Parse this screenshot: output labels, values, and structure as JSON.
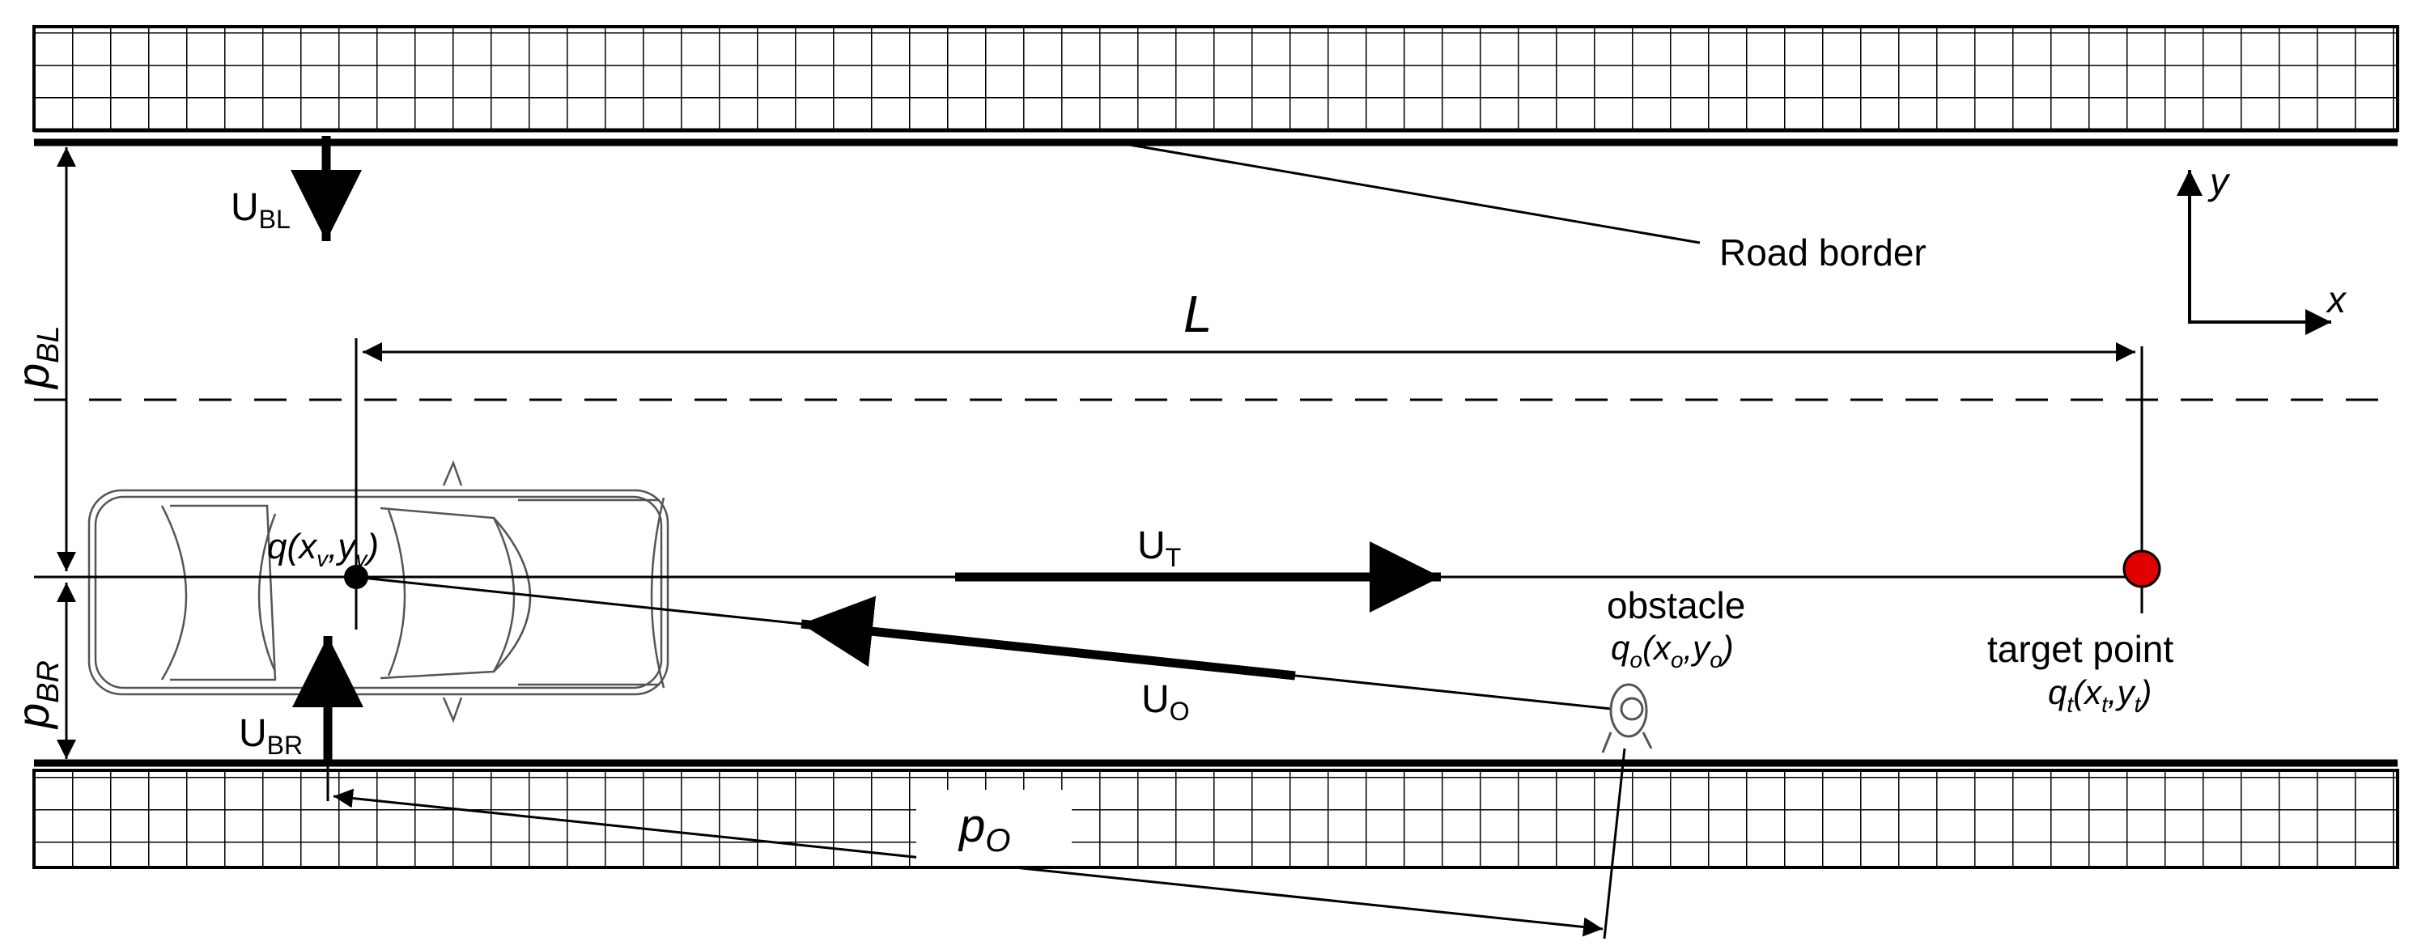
{
  "labels": {
    "u_bl": "U",
    "u_bl_sub": "BL",
    "u_br": "U",
    "u_br_sub": "BR",
    "u_t": "U",
    "u_t_sub": "T",
    "u_o": "U",
    "u_o_sub": "O",
    "road_border": "Road border",
    "axis_x": "x",
    "axis_y": "y",
    "length_L": "L",
    "p_bl": "p",
    "p_bl_sub": "BL",
    "p_br": "p",
    "p_br_sub": "BR",
    "p_o": "p",
    "p_o_sub": "O",
    "vehicle_pos": "q(x",
    "vehicle_pos_sub1": "v",
    "vehicle_pos_mid": ",y",
    "vehicle_pos_sub2": "v",
    "vehicle_pos_end": ")",
    "obstacle": "obstacle",
    "obstacle_q": "q",
    "obstacle_q_sub1": "o",
    "obstacle_q_mid1": "(x",
    "obstacle_q_sub2": "o",
    "obstacle_q_mid2": ",y",
    "obstacle_q_sub3": "o",
    "obstacle_q_end": ")",
    "target": "target point",
    "target_q": "q",
    "target_q_sub1": "t",
    "target_q_mid1": "(x",
    "target_q_sub2": "t",
    "target_q_mid2": ",y",
    "target_q_sub3": "t",
    "target_q_end": ")"
  },
  "colors": {
    "target_fill": "#e00000",
    "line": "#000000"
  }
}
